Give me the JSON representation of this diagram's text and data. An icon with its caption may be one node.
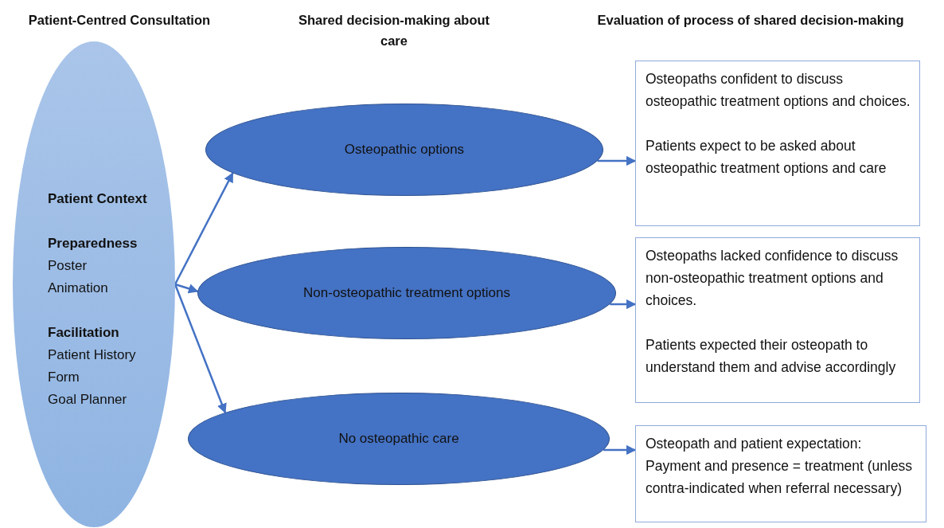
{
  "diagram": {
    "nodes": [
      {
        "text": [
          "Patient Context",
          "Preparedness",
          "Poster",
          "Animation",
          "Facilitation",
          "Patient History",
          "Form",
          "Goal Planner"
        ]
      },
      {
        "text": [
          "Osteopathic options"
        ]
      },
      {
        "text": [
          "Non-osteopathic treatment options"
        ]
      },
      {
        "text": [
          "No osteopathic care"
        ]
      },
      {
        "text": [
          "Osteopaths confident to discuss osteopathic treatment options and choices.",
          "Patients expect to be asked about osteopathic treatment options and care"
        ]
      },
      {
        "text": [
          "Osteopaths lacked confidence to discuss non-osteopathic treatment options and choices.",
          "Patients expected their osteopath to understand them and advise accordingly"
        ]
      },
      {
        "text": [
          "Osteopath and patient expectation: Payment and presence = treatment (unless contra-indicated when referral necessary)"
        ]
      }
    ],
    "edges": [
      {
        "from": 0,
        "to": 1,
        "arrow": "to"
      },
      {
        "from": 0,
        "to": 2,
        "arrow": "to"
      },
      {
        "from": 0,
        "to": 3,
        "arrow": "to"
      },
      {
        "from": 1,
        "to": 4,
        "arrow": "to"
      },
      {
        "from": 2,
        "to": 5,
        "arrow": "to"
      },
      {
        "from": 3,
        "to": 6,
        "arrow": "to"
      }
    ],
    "labels": [
      "Patient-Centred Consultation",
      "Shared decision-making about care",
      "Evaluation of process of shared decision-making"
    ]
  }
}
